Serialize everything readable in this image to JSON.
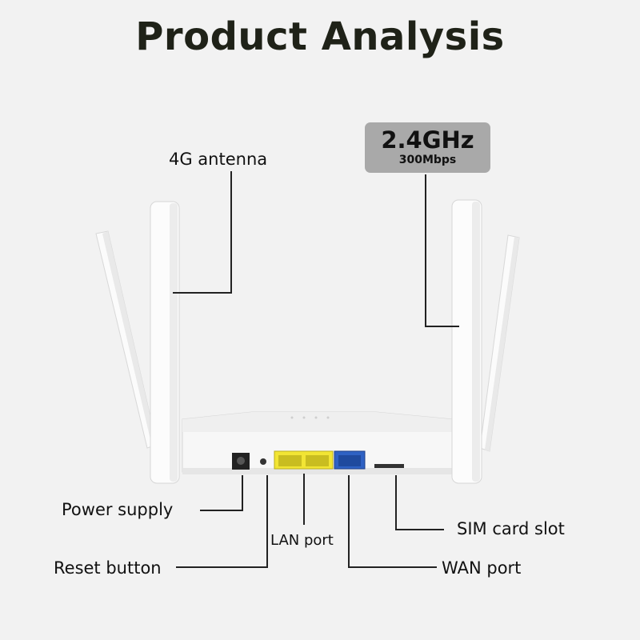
{
  "title": "Product Analysis",
  "badge": {
    "band": "2.4GHz",
    "speed": "300Mbps"
  },
  "labels": {
    "antenna": "4G antenna",
    "power": "Power supply",
    "reset": "Reset button",
    "lan": "LAN port",
    "sim": "SIM card slot",
    "wan": "WAN port"
  },
  "colors": {
    "background": "#f2f2f2",
    "router_body": "#f7f7f7",
    "lan_port": "#f2e534",
    "wan_port": "#2f62c4",
    "badge": "#a9a9a9",
    "title": "#1f2218"
  }
}
